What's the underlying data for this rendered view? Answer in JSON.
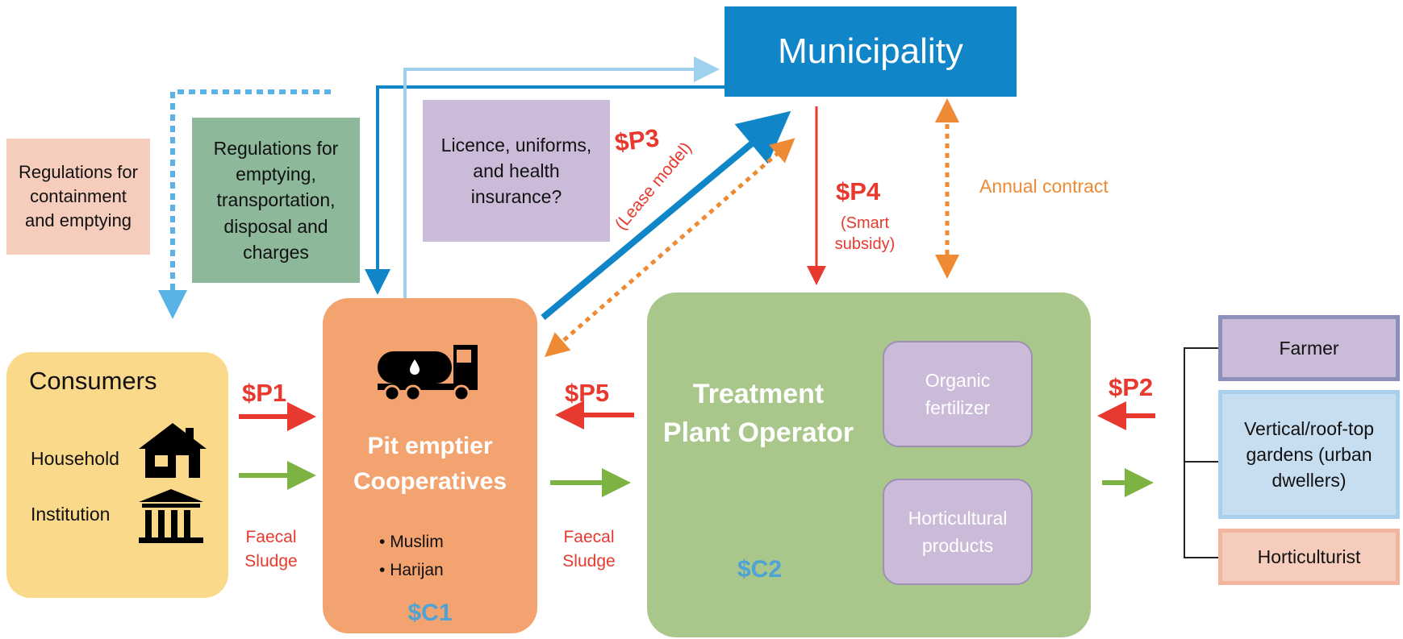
{
  "municipality": "Municipality",
  "regulations_containment": "Regulations for containment and emptying",
  "regulations_emptying": "Regulations for emptying, transportation, disposal and charges",
  "licence_box": "Licence, uniforms, and health insurance?",
  "consumers": {
    "title": "Consumers",
    "household": "Household",
    "institution": "Institution"
  },
  "pit_emptier": {
    "title": "Pit emptier Cooperatives",
    "bullets": [
      "Muslim",
      "Harijan"
    ],
    "cost": "$C1"
  },
  "treatment_plant": {
    "title": "Treatment Plant Operator",
    "cost": "$C2",
    "products": [
      "Organic fertilizer",
      "Horticultural products"
    ]
  },
  "end_users": [
    "Farmer",
    "Vertical/roof-top gardens (urban dwellers)",
    "Horticulturist"
  ],
  "payments": {
    "p1": "$P1",
    "p2": "$P2",
    "p3": "$P3",
    "p3_note": "(Lease model)",
    "p4": "$P4",
    "p4_note": "(Smart subsidy)",
    "p5": "$P5"
  },
  "flow_labels": {
    "faecal_sludge_1": "Faecal Sludge",
    "faecal_sludge_2": "Faecal Sludge",
    "annual_contract": "Annual contract"
  },
  "icons": [
    "truck-icon",
    "house-icon",
    "institution-icon"
  ],
  "colors": {
    "municipality": "#1085c7",
    "consumers": "#fbd98a",
    "pit_emptier": "#f3a36f",
    "treatment_plant": "#a9c78a",
    "payment_red": "#e8392e",
    "flow_green": "#7cb342",
    "contract_orange": "#ef8a34",
    "cost_blue": "#4da2d6"
  }
}
